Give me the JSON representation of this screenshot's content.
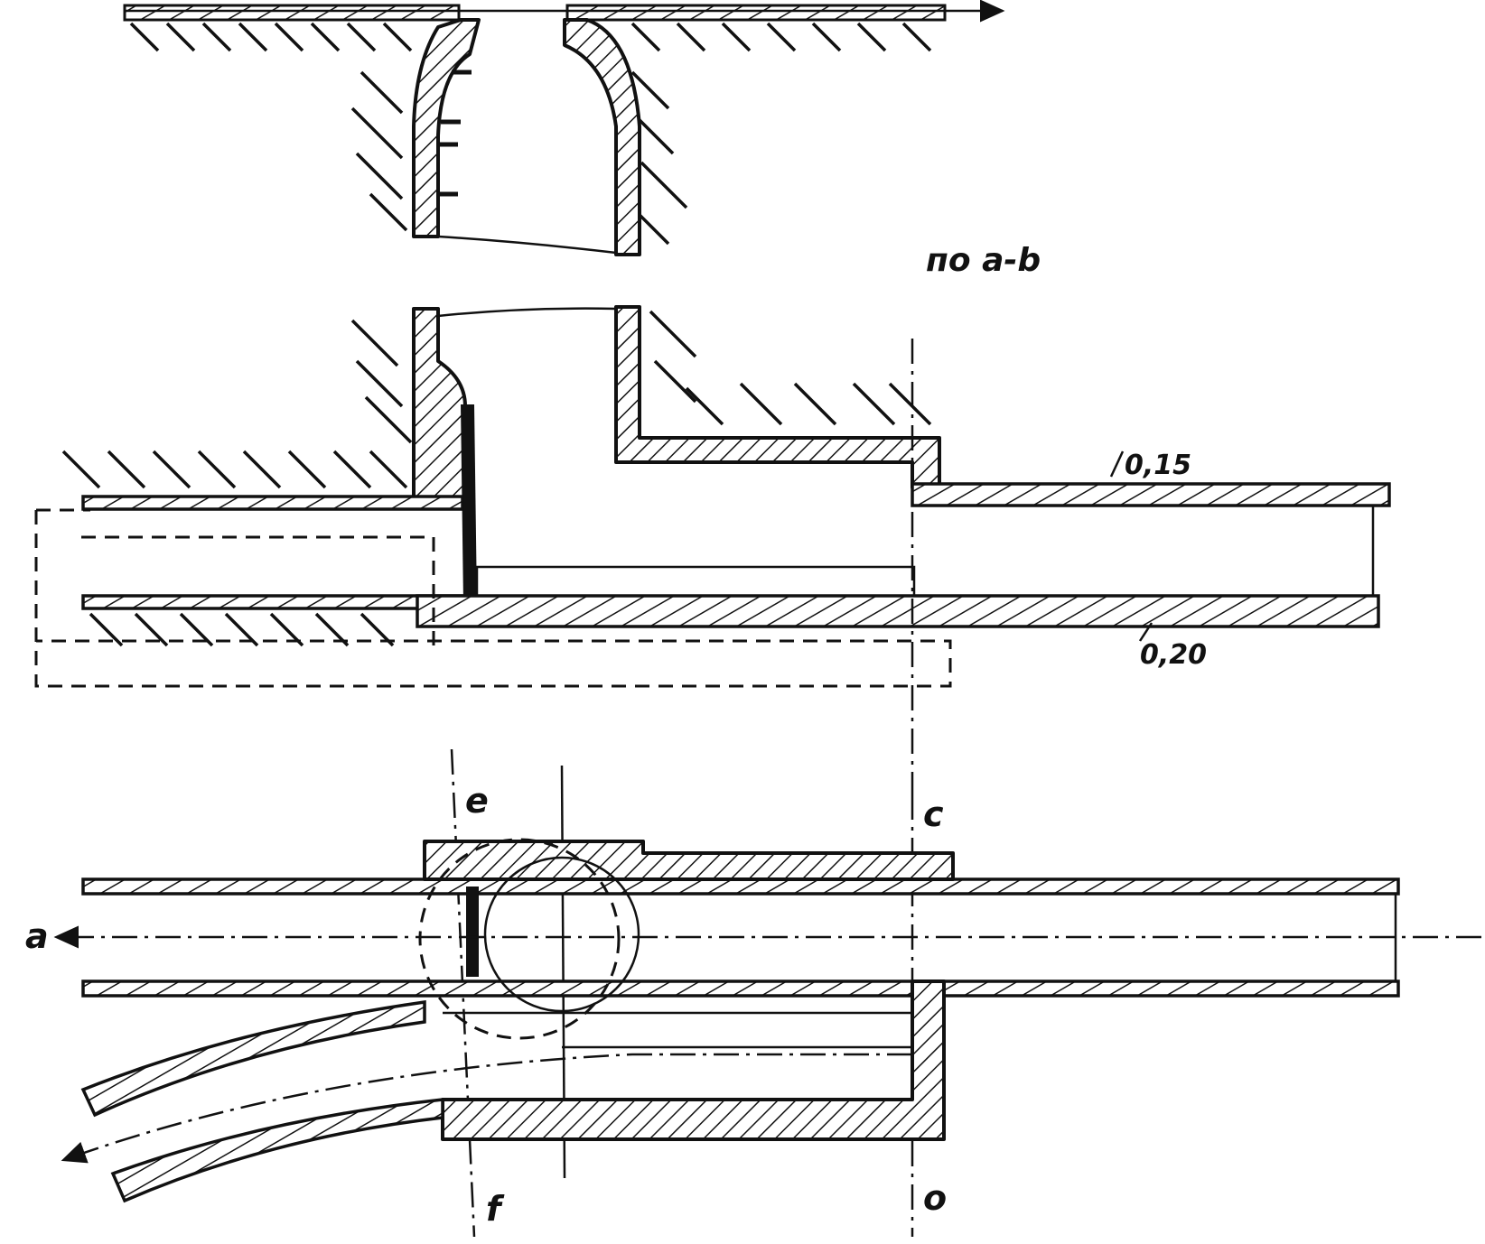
{
  "section_title": "по а-b",
  "dimensions": {
    "top_wall": "0,15",
    "bottom_wall": "0,20"
  },
  "plan_labels": {
    "a": "a",
    "e": "e",
    "c": "c",
    "f": "f",
    "o": "o"
  }
}
